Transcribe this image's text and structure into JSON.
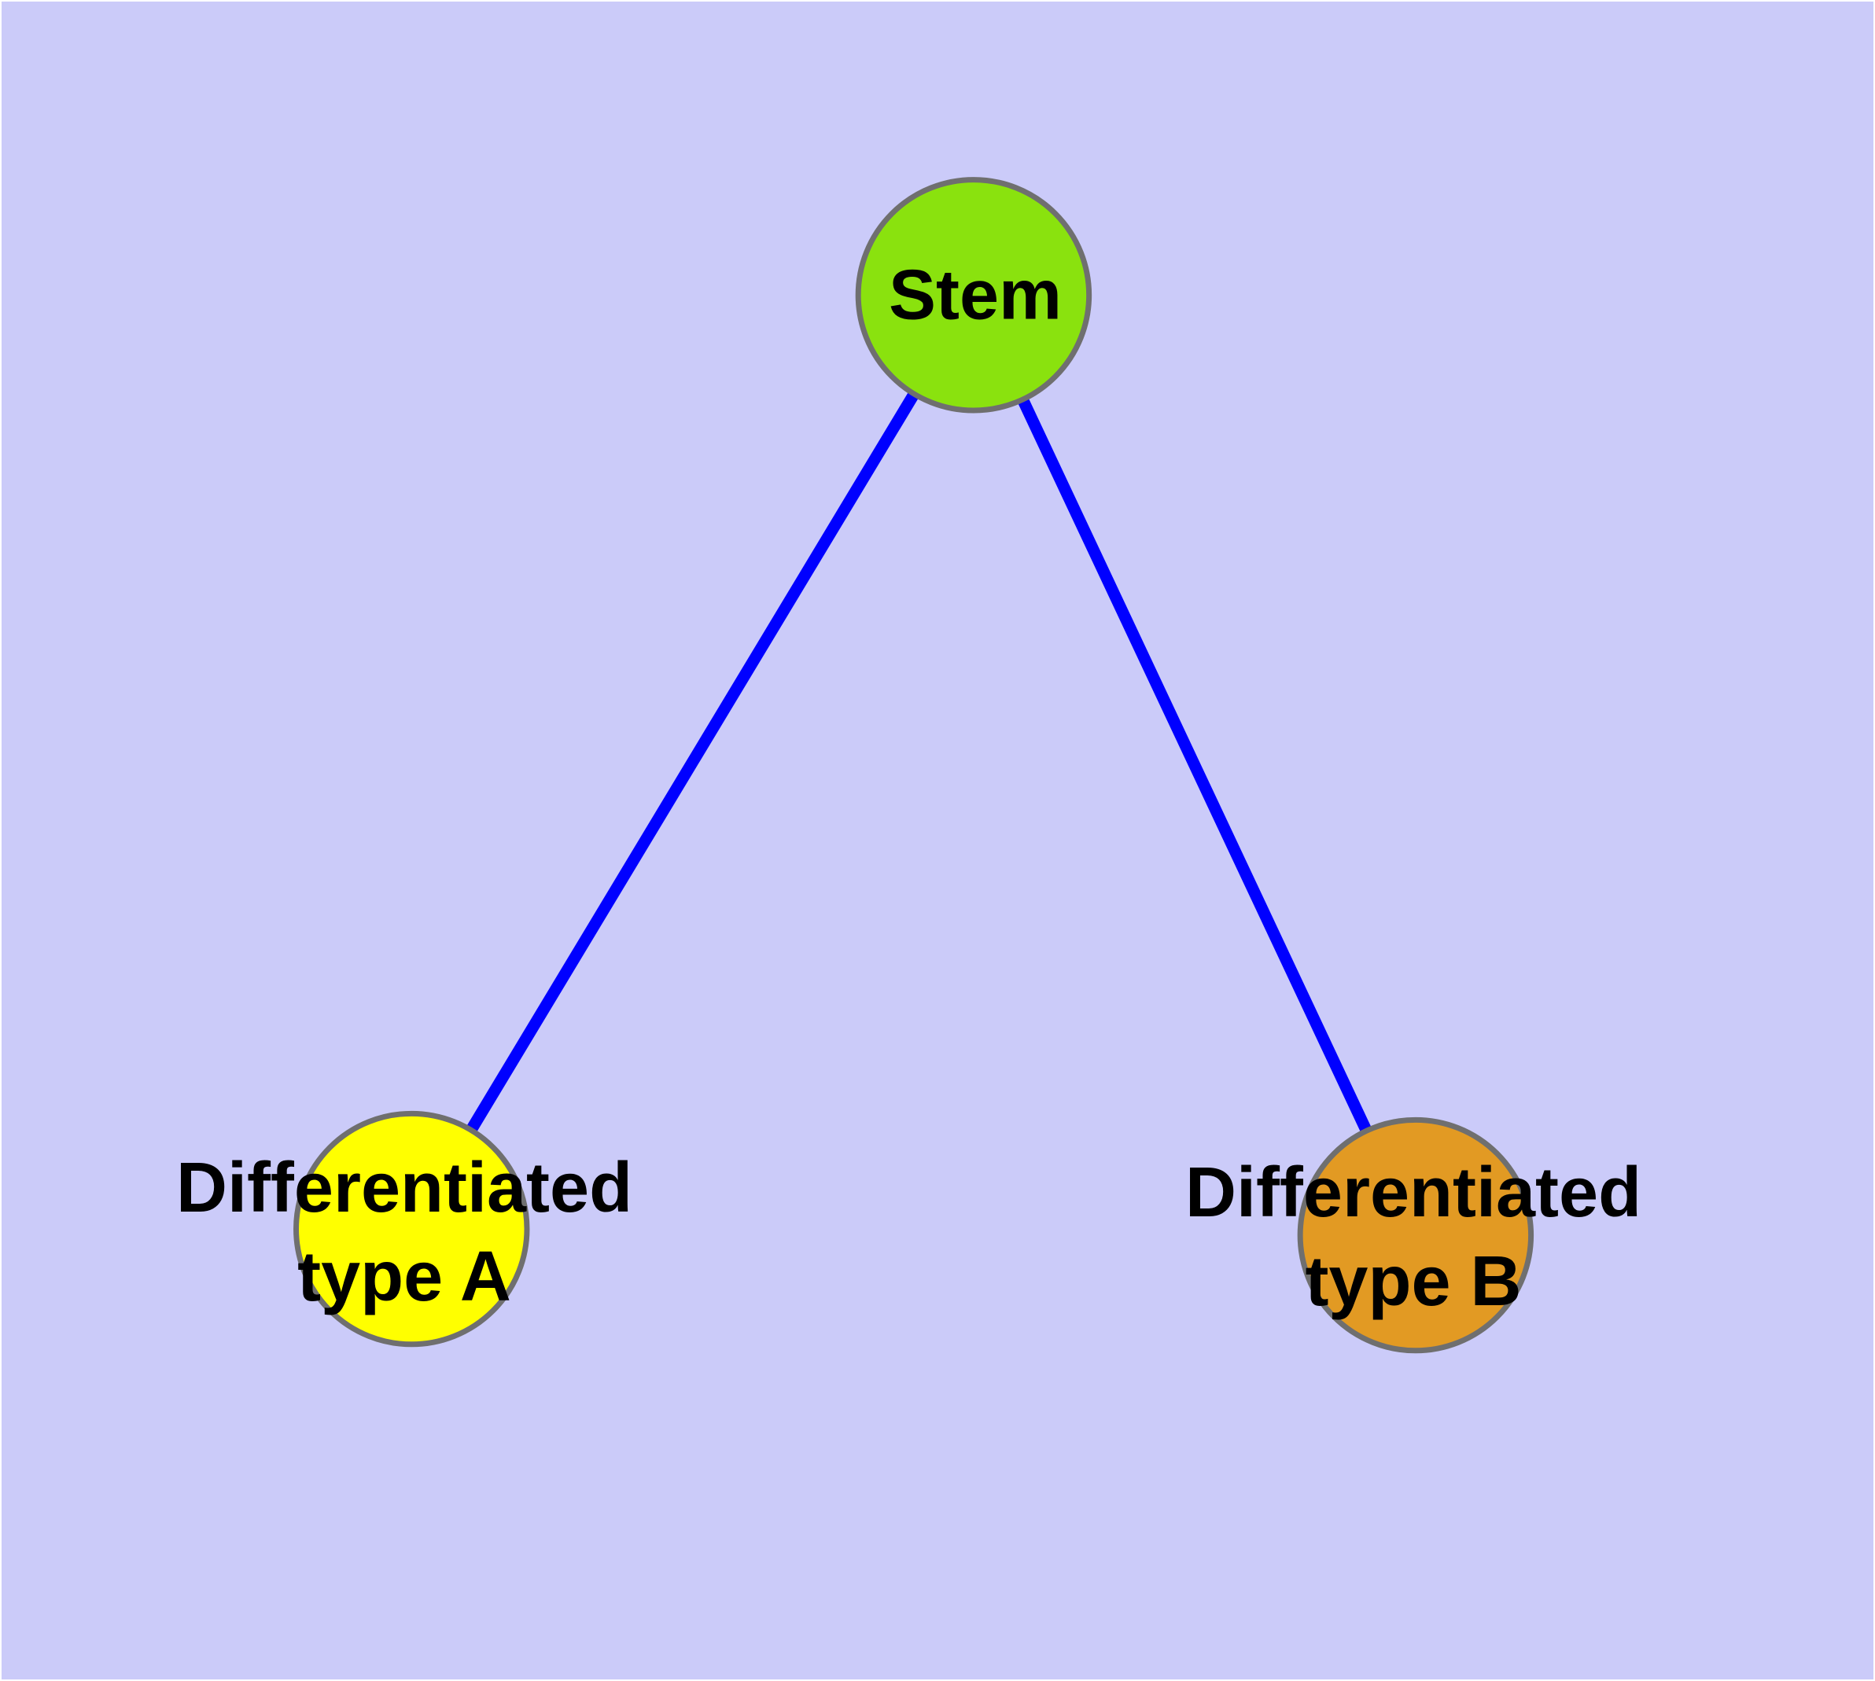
{
  "diagram": {
    "type": "network-graph",
    "background_color": "#CBCBF9",
    "edge_color": "#0000FF",
    "node_border_color": "#6F6F6F",
    "text_color": "#000000",
    "nodes": {
      "stem": {
        "label": "Stem",
        "fill": "#8AE20E"
      },
      "type_a": {
        "label_line1": "Differentiated",
        "label_line2": "type A",
        "fill": "#FFFF00"
      },
      "type_b": {
        "label_line1": "Differentiated",
        "label_line2": "type B",
        "fill": "#E29A23"
      }
    },
    "edges": [
      {
        "from": "Stem",
        "to": "Differentiated type A"
      },
      {
        "from": "Stem",
        "to": "Differentiated type B"
      }
    ]
  }
}
